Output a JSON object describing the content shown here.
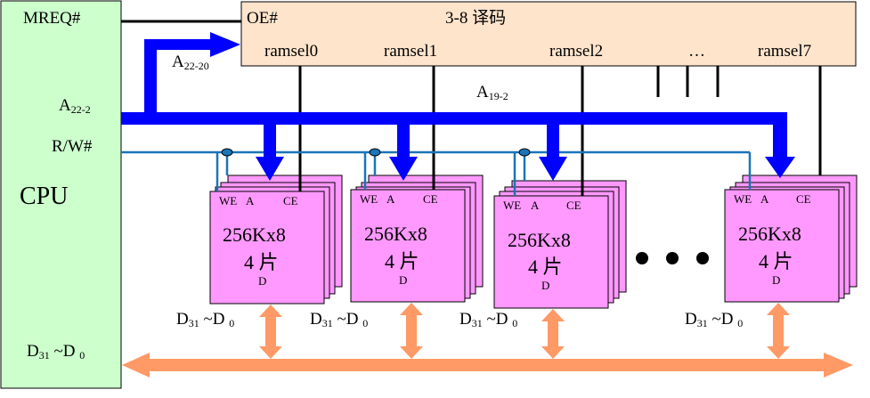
{
  "cpu": {
    "label": "CPU",
    "signals": {
      "mreq": "MREQ#",
      "addr": {
        "main": "A",
        "sub": "22-2"
      },
      "rw": "R/W#",
      "data": {
        "d1": "D",
        "s1": "31",
        "mid": " ~D ",
        "s2": "0"
      }
    }
  },
  "decoder": {
    "oe_label": "OE#",
    "title": "3-8  译码",
    "ellipsis": "…",
    "outputs": [
      "ramsel0",
      "ramsel1",
      "ramsel2",
      "ramsel7"
    ]
  },
  "buses": {
    "high_addr": {
      "main": "A",
      "sub": "22-20"
    },
    "low_addr": {
      "main": "A",
      "sub": "19-2"
    }
  },
  "modules": [
    {
      "we": "WE",
      "a": "A",
      "ce": "CE",
      "capacity": "256Kx8",
      "count": "4 片",
      "d": "D",
      "data_label": {
        "d1": "D",
        "s1": "31",
        "mid": " ~D ",
        "s2": "0"
      }
    },
    {
      "we": "WE",
      "a": "A",
      "ce": "CE",
      "capacity": "256Kx8",
      "count": "4 片",
      "d": "D",
      "data_label": {
        "d1": "D",
        "s1": "31",
        "mid": " ~D ",
        "s2": "0"
      }
    },
    {
      "we": "WE",
      "a": "A",
      "ce": "CE",
      "capacity": "256Kx8",
      "count": "4 片",
      "d": "D",
      "data_label": {
        "d1": "D",
        "s1": "31",
        "mid": " ~D ",
        "s2": "0"
      }
    },
    {
      "we": "WE",
      "a": "A",
      "ce": "CE",
      "capacity": "256Kx8",
      "count": "4 片",
      "d": "D",
      "data_label": {
        "d1": "D",
        "s1": "31",
        "mid": " ~D ",
        "s2": "0"
      }
    }
  ],
  "colors": {
    "cpu_fill": "#ccffcc",
    "decoder_fill": "#ffe4cc",
    "chip_fill": "#ff99ff",
    "address_bus": "#0000ff",
    "rw_line": "#1a75b8",
    "data_bus": "#ff9966"
  }
}
